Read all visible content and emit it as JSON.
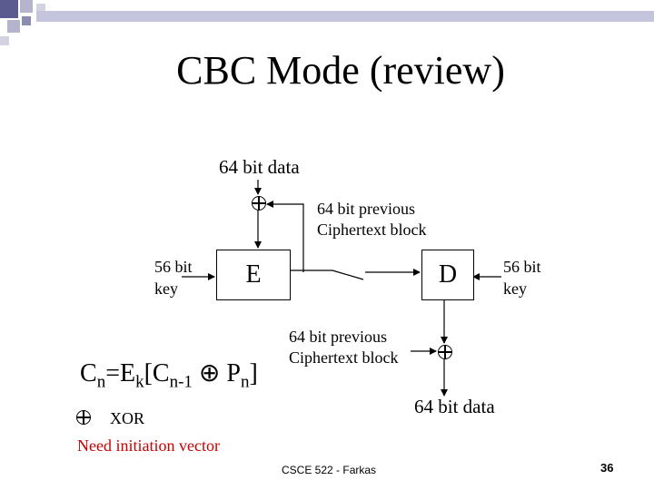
{
  "slide": {
    "title": "CBC Mode (review)",
    "footer": "CSCE 522 - Farkas",
    "page_number": "36"
  },
  "encrypt": {
    "input_label": "64 bit data",
    "feedback_label_line1": "64 bit previous",
    "feedback_label_line2": "Ciphertext block",
    "key_label_line1": "56 bit",
    "key_label_line2": "key",
    "box_label": "E"
  },
  "decrypt": {
    "box_label": "D",
    "key_label_line1": "56 bit",
    "key_label_line2": "key",
    "feedback_label_line1": "64 bit previous",
    "feedback_label_line2": "Ciphertext block",
    "output_label": "64 bit data"
  },
  "formula": {
    "c": "C",
    "c_sub": "n",
    "eq_e": "=E",
    "e_sub": "k",
    "open": "[C",
    "c2_sub": "n-1",
    "xor_p": " ⊕ P",
    "p_sub": "n",
    "close": "]"
  },
  "legend": {
    "xor_label": "XOR",
    "note": "Need initiation vector",
    "note_color": "#cc0000"
  }
}
